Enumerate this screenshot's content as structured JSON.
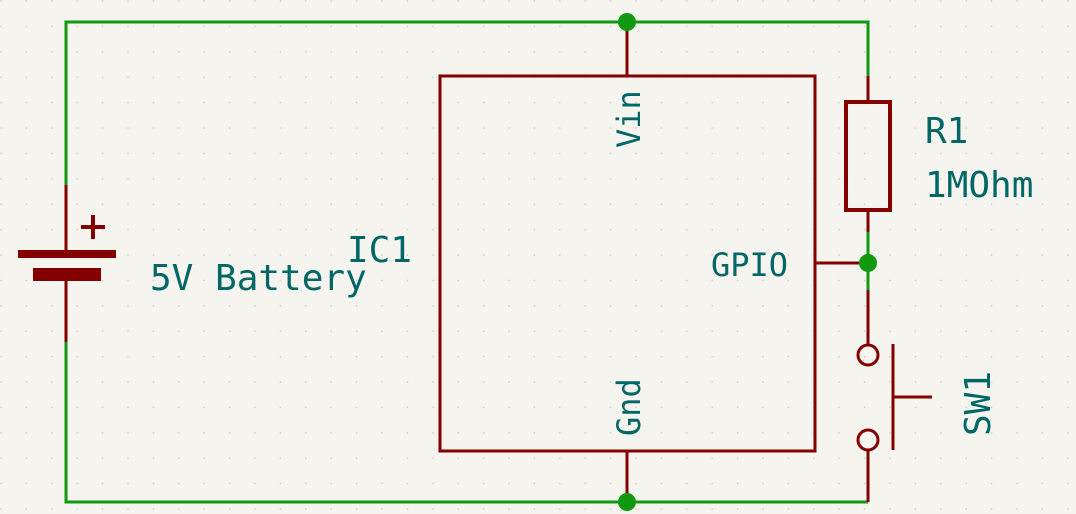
{
  "colors": {
    "background": "#f5f4ef",
    "wire": "#119911",
    "component": "#840000",
    "text": "#006666",
    "junction": "#119911",
    "grid": "#c9c8c2"
  },
  "battery": {
    "label": "5V Battery",
    "polarity": "+"
  },
  "ic": {
    "ref": "IC1",
    "pins": {
      "vin": "Vin",
      "gnd": "Gnd",
      "gpio": "GPIO"
    }
  },
  "resistor": {
    "ref": "R1",
    "value": "1MOhm"
  },
  "switch": {
    "ref": "SW1"
  }
}
